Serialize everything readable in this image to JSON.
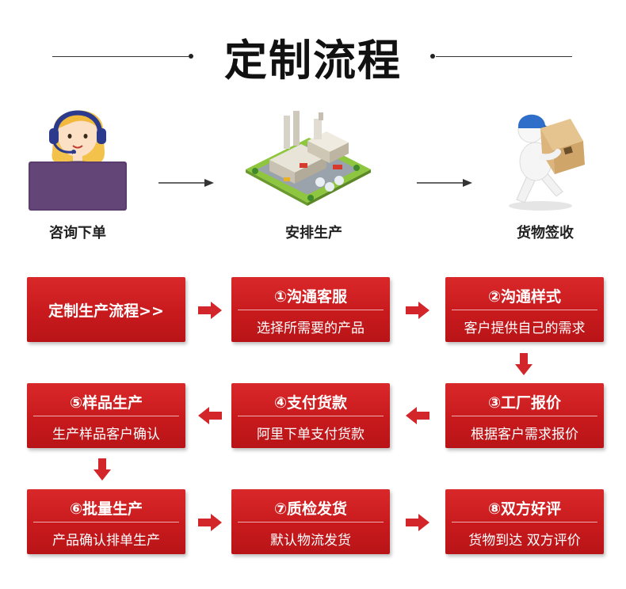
{
  "title": "定制流程",
  "top_steps": [
    {
      "label": "咨询下单",
      "icon": "customer-service-agent-icon"
    },
    {
      "label": "安排生产",
      "icon": "factory-icon"
    },
    {
      "label": "货物签收",
      "icon": "delivery-person-icon"
    }
  ],
  "flow_header": "定制生产流程>>",
  "steps": [
    {
      "title": "①沟通客服",
      "desc": "选择所需要的产品"
    },
    {
      "title": "②沟通样式",
      "desc": "客户提供自己的需求"
    },
    {
      "title": "③工厂报价",
      "desc": "根据客户需求报价"
    },
    {
      "title": "④支付货款",
      "desc": "阿里下单支付货款"
    },
    {
      "title": "⑤样品生产",
      "desc": "生产样品客户确认"
    },
    {
      "title": "⑥批量生产",
      "desc": "产品确认排单生产"
    },
    {
      "title": "⑦质检发货",
      "desc": "默认物流发货"
    },
    {
      "title": "⑧双方好评",
      "desc": "货物到达 双方评价"
    }
  ],
  "colors": {
    "accent_red": "#c81a1d",
    "arrow_red": "#d2262a"
  }
}
